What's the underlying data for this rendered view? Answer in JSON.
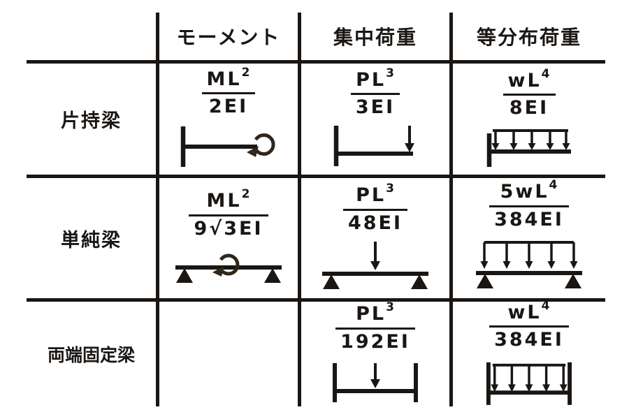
{
  "table": {
    "columns": [
      {
        "label": "モーメント"
      },
      {
        "label": "集中荷重"
      },
      {
        "label": "等分布荷重"
      }
    ],
    "rows": [
      {
        "label": "片持梁"
      },
      {
        "label": "単純梁"
      },
      {
        "label": "両端固定梁"
      }
    ]
  },
  "cells": {
    "r1c1": {
      "num_base": "ML",
      "num_sup": "2",
      "den": "2EI",
      "diagram": "cantilever-moment"
    },
    "r1c2": {
      "num_base": "PL",
      "num_sup": "3",
      "den": "3EI",
      "diagram": "cantilever-point-load"
    },
    "r1c3": {
      "num_base": "wL",
      "num_sup": "4",
      "den": "8EI",
      "diagram": "cantilever-distributed-load"
    },
    "r2c1": {
      "num_base": "ML",
      "num_sup": "2",
      "den": "9√3EI",
      "diagram": "simple-beam-moment"
    },
    "r2c2": {
      "num_base": "PL",
      "num_sup": "3",
      "den": "48EI",
      "diagram": "simple-beam-point-load"
    },
    "r2c3": {
      "num_base": "5wL",
      "num_sup": "4",
      "den": "384EI",
      "diagram": "simple-beam-distributed-load"
    },
    "r3c1": {
      "empty": true
    },
    "r3c2": {
      "num_base": "PL",
      "num_sup": "3",
      "den": "192EI",
      "diagram": "fixed-beam-point-load"
    },
    "r3c3": {
      "num_base": "wL",
      "num_sup": "4",
      "den": "384EI",
      "diagram": "fixed-beam-distributed-load"
    }
  },
  "colors": {
    "ink": "#1a1613",
    "moment_arrow": "#30261a",
    "background": "#ffffff"
  }
}
